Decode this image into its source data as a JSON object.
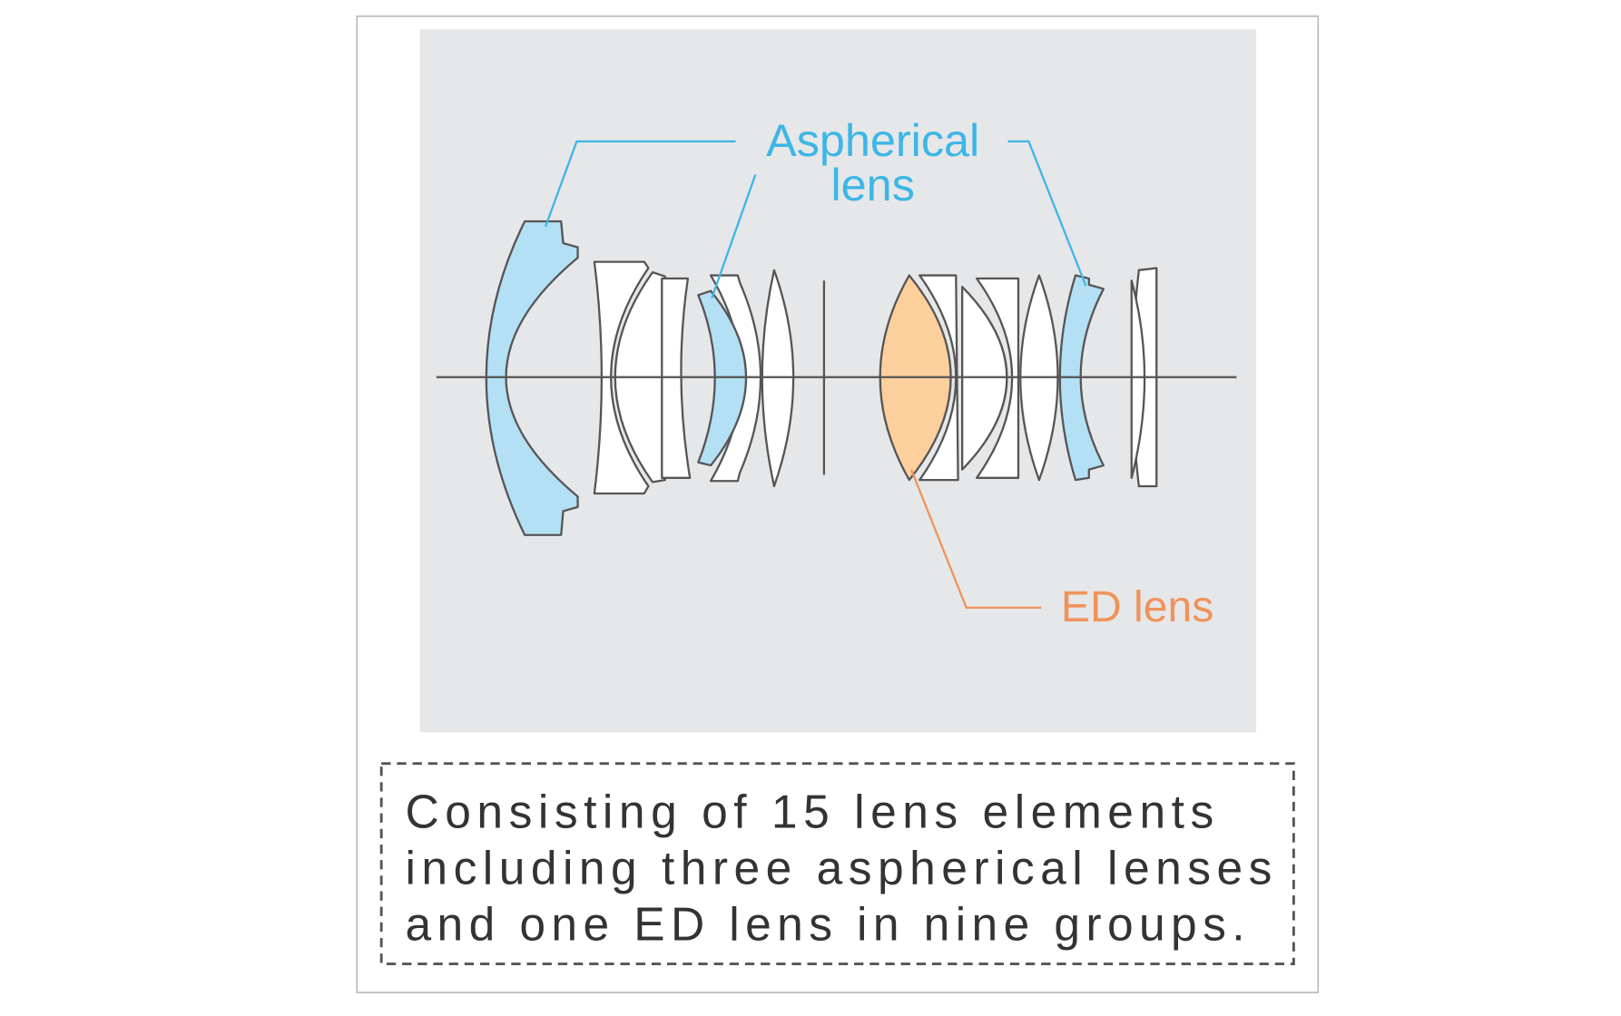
{
  "diagram": {
    "labels": {
      "aspherical_line1": "Aspherical",
      "aspherical_line2": "lens",
      "ed": "ED lens"
    },
    "colors": {
      "aspherical": "#3db6e6",
      "ed": "#f0935a",
      "panel": "#e6e7e8",
      "caption_text": "#333333"
    }
  },
  "caption": {
    "lines": [
      "Consisting of 15 lens elements",
      "including three aspherical lenses",
      "and one ED lens in nine groups."
    ]
  }
}
